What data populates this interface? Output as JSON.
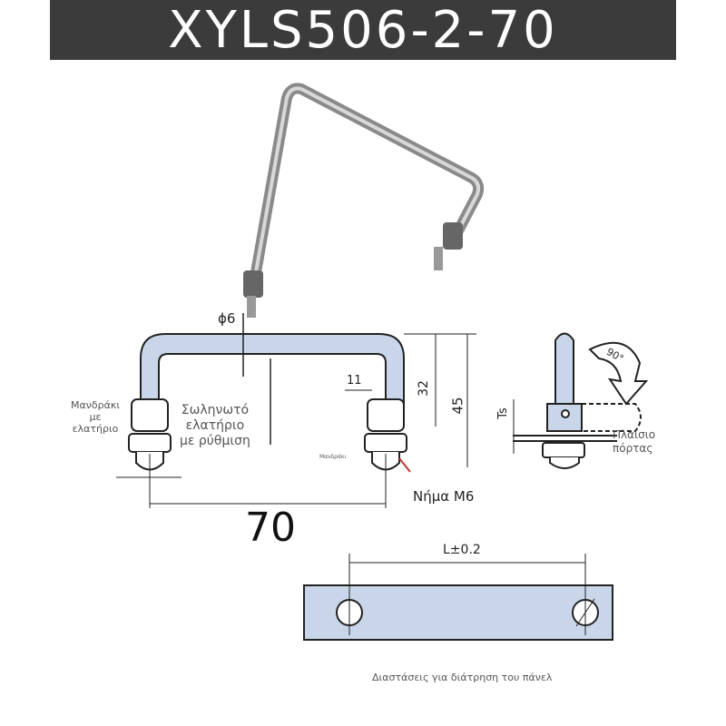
{
  "title": "XYLS506-2-70",
  "front_view": {
    "diameter_label": "ϕ6",
    "dim_11": "11",
    "dim_32": "32",
    "dim_45": "45",
    "length": "70",
    "label_spring_plunger": "Μανδράκι με ελατήριο",
    "label_spring_plunger_lines": [
      "Μανδράκι",
      "με",
      "ελατήριο"
    ],
    "label_coil_spring": [
      "Σωληνωτό",
      "ελατήριο",
      "με ρύθμιση"
    ],
    "label_small": "Μανδράκι",
    "label_thread": "Νήμα M6"
  },
  "side_view": {
    "angle": "90°",
    "ts_label": "Ts",
    "label_door_frame": [
      "Πλαίσιο",
      "πόρτας"
    ]
  },
  "panel_view": {
    "tolerance_label": "L±0.2",
    "caption": "Διαστάσεις για διάτρηση του πάνελ"
  },
  "colors": {
    "header_bg": "#3b3b3b",
    "tube_fill": "#c9d6ea",
    "arrow": "#c0392b"
  }
}
